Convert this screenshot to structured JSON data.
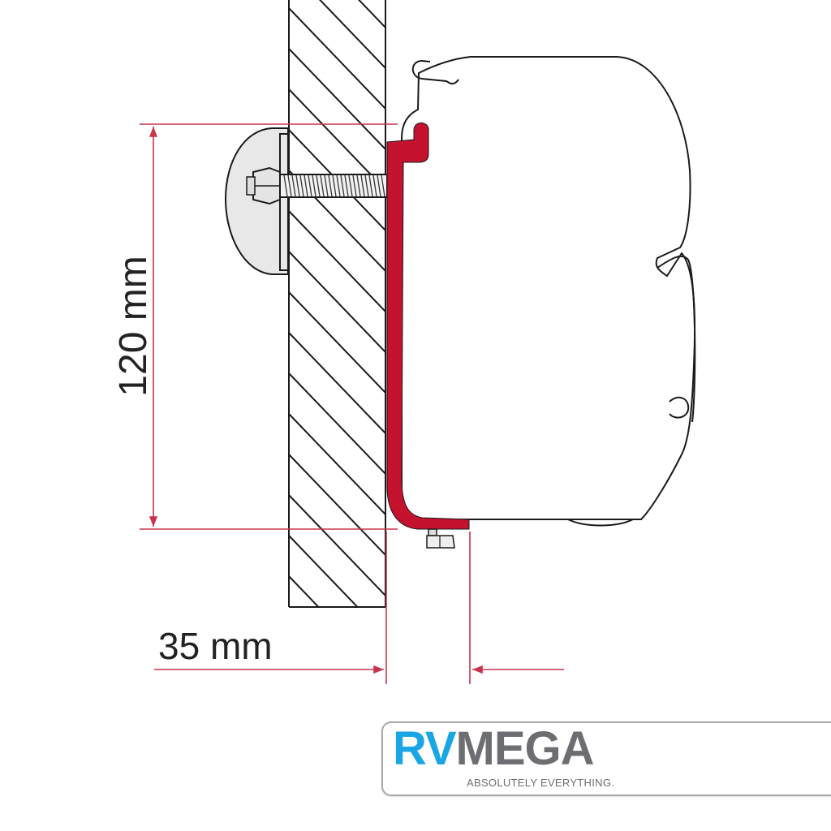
{
  "diagram": {
    "height_label": "120 mm",
    "offset_label": "35 mm",
    "colors": {
      "bracket": "#c4122f",
      "dimension": "#c8344c",
      "outline": "#1a1a1a",
      "plate": "#e8e8e8"
    }
  },
  "logo": {
    "brand_part1": "RV",
    "brand_part2": "MEGA",
    "tagline": "ABSOLUTELY EVERYTHING.",
    "colors": {
      "rv": "#1aa6e4",
      "mega": "#6d6e71"
    }
  }
}
